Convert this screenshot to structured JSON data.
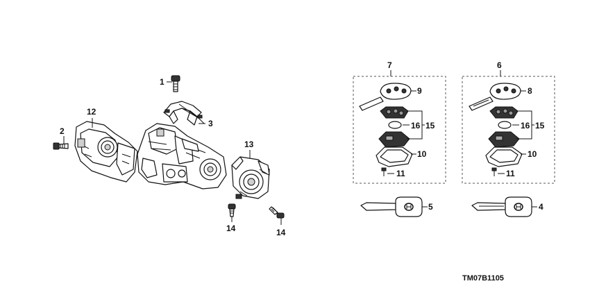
{
  "callouts": {
    "c1": "1",
    "c2": "2",
    "c3": "3",
    "c4": "4",
    "c5": "5",
    "c6": "6",
    "c7": "7",
    "c8": "8",
    "c9": "9",
    "c10a": "10",
    "c10b": "10",
    "c11a": "11",
    "c11b": "11",
    "c12": "12",
    "c13": "13",
    "c14a": "14",
    "c14b": "14",
    "c15a": "15",
    "c15b": "15",
    "c16a": "16",
    "c16b": "16"
  },
  "diagram_code": "TM07B1105"
}
